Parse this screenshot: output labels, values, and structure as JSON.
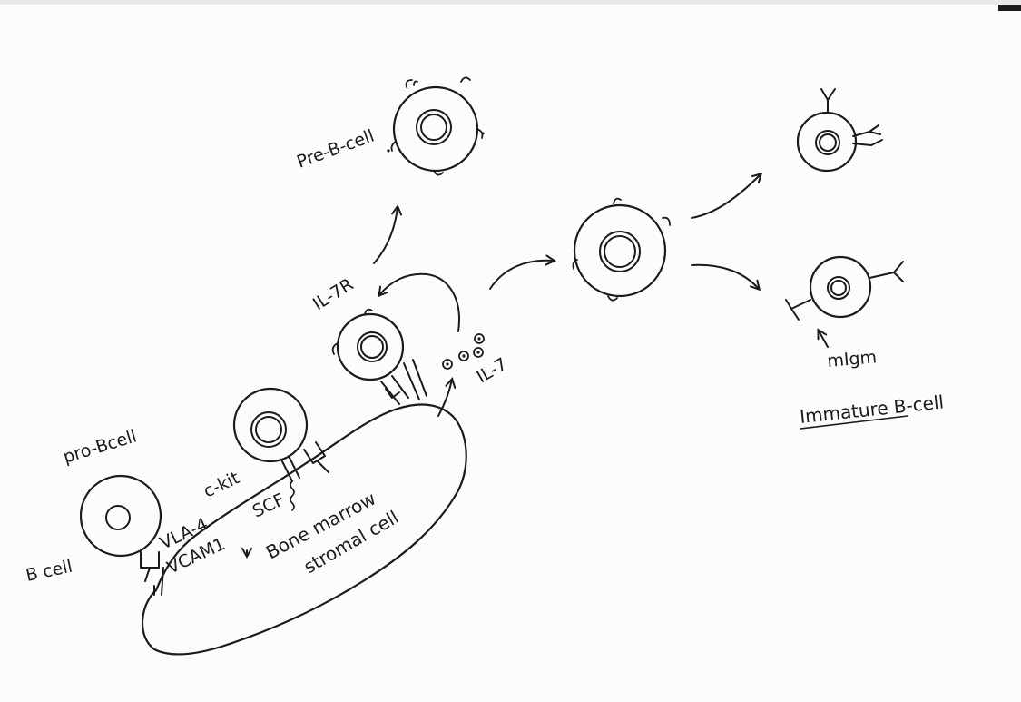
{
  "labels": {
    "pre_b_cell": "Pre-B-cell",
    "pro_b_cell": "pro-Bcell",
    "b_cell": "B cell",
    "vla4": "VLA-4",
    "vcam1": "VCAM1",
    "c_kit": "c-kit",
    "scf": "SCF",
    "stromal_line1": "Bone marrow",
    "stromal_line2": "stromal cell",
    "il7r": "IL-7R",
    "il7": "IL-7",
    "migm": "mIgm",
    "immature": "Immature B-cell"
  },
  "colors": {
    "ink": "#1b1b1b",
    "paper": "#fcfcfc"
  }
}
